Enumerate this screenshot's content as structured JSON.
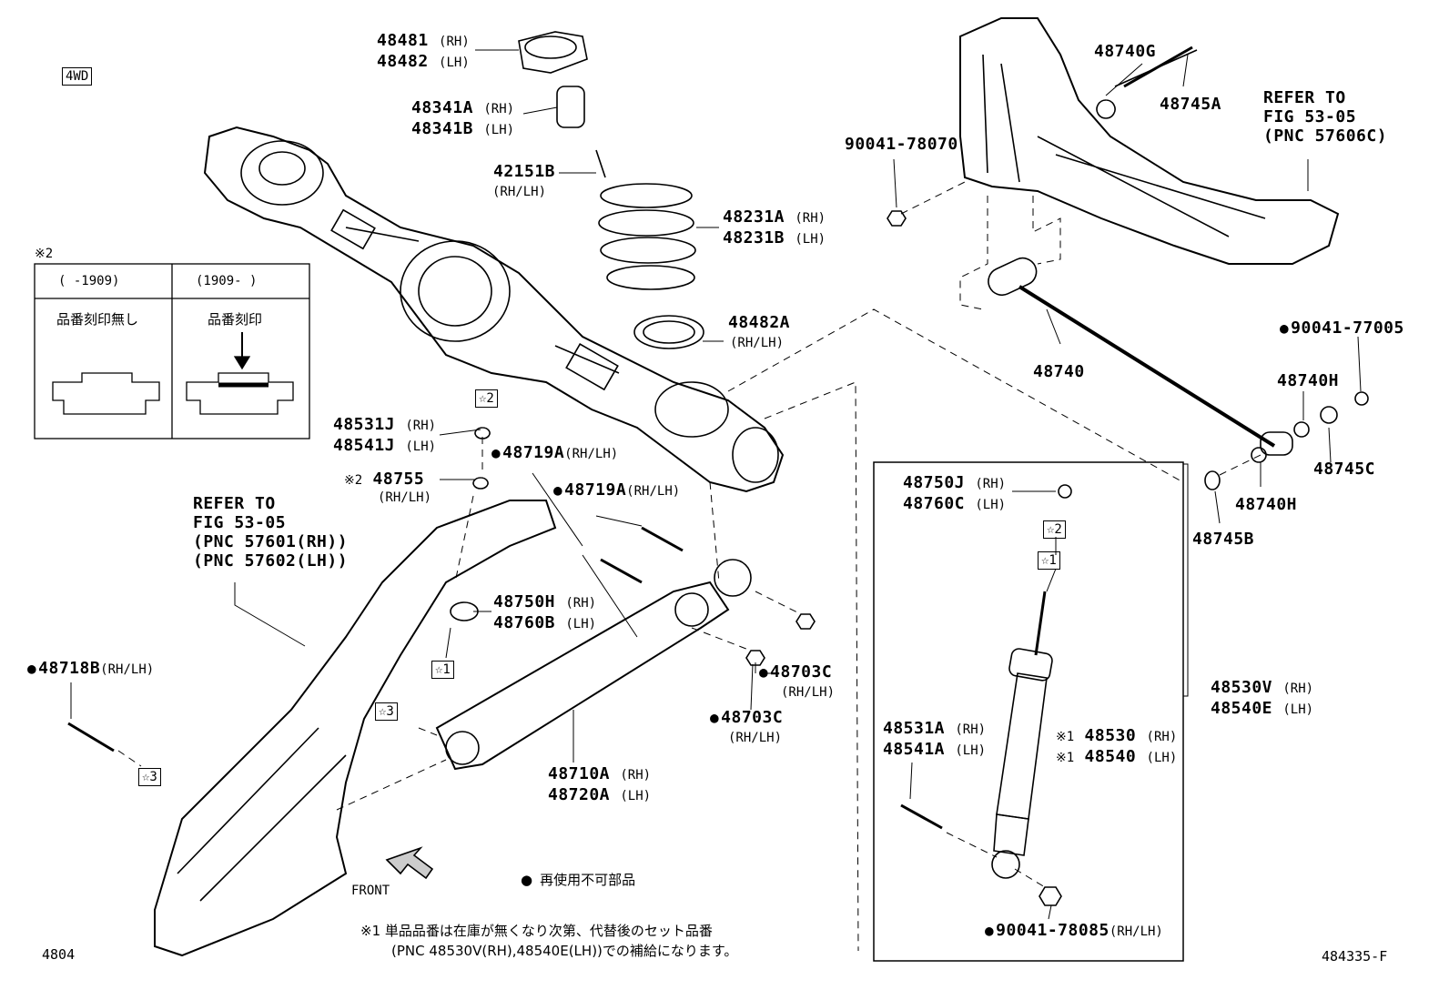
{
  "tag_4wd": "4WD",
  "note2": {
    "marker": "※2",
    "col1_header": "(    -1909)",
    "col2_header": "(1909-    )",
    "col1_text": "品番刻印無し",
    "col2_text": "品番刻印"
  },
  "parts": {
    "p48481": "48481",
    "p48481_sfx": "(RH)",
    "p48482": "48482",
    "p48482_sfx": "(LH)",
    "p48341A": "48341A",
    "p48341A_sfx": "(RH)",
    "p48341B": "48341B",
    "p48341B_sfx": "(LH)",
    "p42151B": "42151B",
    "p42151B_sfx": "(RH/LH)",
    "p48231A": "48231A",
    "p48231A_sfx": "(RH)",
    "p48231B": "48231B",
    "p48231B_sfx": "(LH)",
    "p48482A": "48482A",
    "p48482A_sfx": "(RH/LH)",
    "p48740G": "48740G",
    "p48745A": "48745A",
    "p90041_78070": "90041-78070",
    "ref1_l1": "REFER TO",
    "ref1_l2": "FIG 53-05",
    "ref1_l3": "(PNC 57606C)",
    "p90041_77005": "90041-77005",
    "p48740": "48740",
    "p48740H_a": "48740H",
    "p48745C": "48745C",
    "p48740H_b": "48740H",
    "p48745B": "48745B",
    "p48531J": "48531J",
    "p48531J_sfx": "(RH)",
    "p48541J": "48541J",
    "p48541J_sfx": "(LH)",
    "star2_a": "☆2",
    "p48719A_a": "48719A",
    "p48719A_a_sfx": "(RH/LH)",
    "p48755_mark": "※2",
    "p48755": "48755",
    "p48755_sfx": "(RH/LH)",
    "p48719A_b": "48719A",
    "p48719A_b_sfx": "(RH/LH)",
    "ref2_l1": "REFER TO",
    "ref2_l2": "FIG 53-05",
    "ref2_l3": "(PNC 57601(RH))",
    "ref2_l4": "(PNC 57602(LH))",
    "p48750H": "48750H",
    "p48750H_sfx": "(RH)",
    "p48760B": "48760B",
    "p48760B_sfx": "(LH)",
    "star1_a": "☆1",
    "p48718B": "48718B",
    "p48718B_sfx": "(RH/LH)",
    "star3_a": "☆3",
    "star3_b": "☆3",
    "p48703C_a": "48703C",
    "p48703C_a_sfx": "(RH/LH)",
    "p48703C_b": "48703C",
    "p48703C_b_sfx": "(RH/LH)",
    "p48710A": "48710A",
    "p48710A_sfx": "(RH)",
    "p48720A": "48720A",
    "p48720A_sfx": "(LH)",
    "p48750J": "48750J",
    "p48750J_sfx": "(RH)",
    "p48760C": "48760C",
    "p48760C_sfx": "(LH)",
    "star2_b": "☆2",
    "star1_b": "☆1",
    "p48530V": "48530V",
    "p48530V_sfx": "(RH)",
    "p48540E": "48540E",
    "p48540E_sfx": "(LH)",
    "p48531A": "48531A",
    "p48531A_sfx": "(RH)",
    "p48541A": "48541A",
    "p48541A_sfx": "(LH)",
    "p48530_mark": "※1",
    "p48530": "48530",
    "p48530_sfx": "(RH)",
    "p48540_mark": "※1",
    "p48540": "48540",
    "p48540_sfx": "(LH)",
    "p90041_78085": "90041-78085",
    "p90041_78085_sfx": "(RH/LH)"
  },
  "front_label": "FRONT",
  "legend_bullet": "再使用不可部品",
  "footnote_l1": "※1 単品品番は在庫が無くなり次第、代替後のセット品番",
  "footnote_l2": "(PNC 48530V(RH),48540E(LH))での補給になります。",
  "fig_code": "4804",
  "illus_code": "484335-F"
}
